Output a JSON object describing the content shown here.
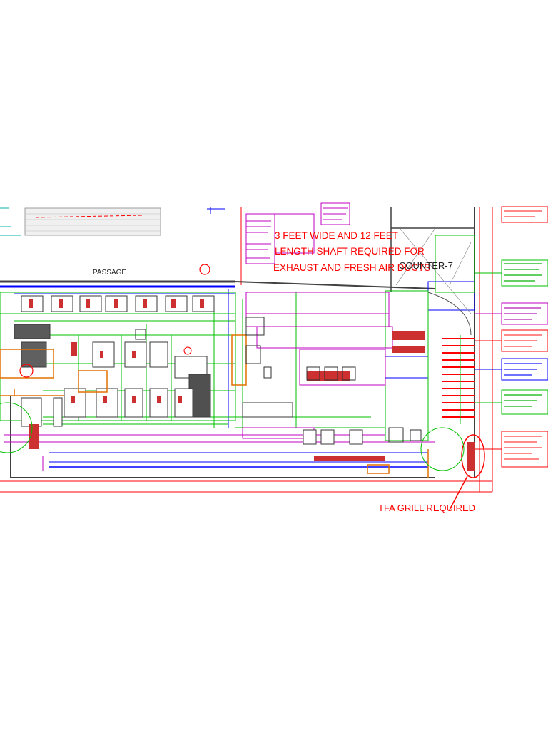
{
  "notes": {
    "shaft_line1": "3 FEET WIDE AND 12 FEET",
    "shaft_line2": "LENGTH SHAFT REQUIRED FOR",
    "shaft_line3": "EXHAUST AND FRESH AIR DUCTS",
    "counter": "COUNTER-7",
    "passage": "PASSAGE",
    "tfa_grill": "TFA GRILL REQUIRED"
  },
  "colors": {
    "hvac_supply": "#00c000",
    "hvac_blue": "#0000ff",
    "fixtures": "#c000c0",
    "markup_red": "#ff0000",
    "equipment_orange": "#e07000",
    "walls": "#404040",
    "grid": "#00b0b0"
  }
}
